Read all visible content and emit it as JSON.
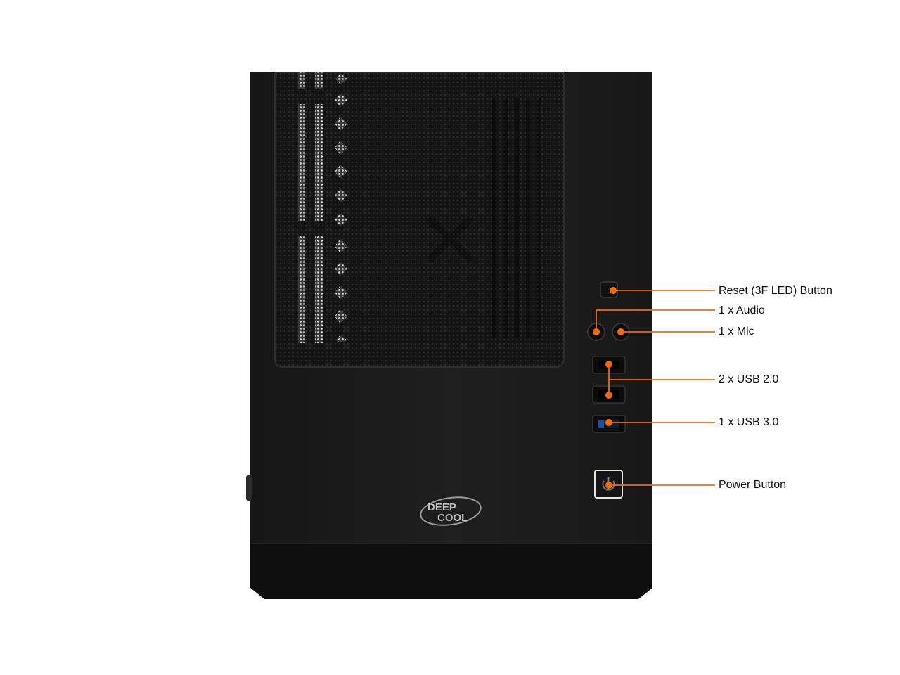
{
  "product": {
    "brand_logo_text": "DEEPCOOL",
    "case_color": "#1c1c1c",
    "accent_color": "#f06a12"
  },
  "io_labels": [
    {
      "id": "reset",
      "text": "Reset (3F LED) Button"
    },
    {
      "id": "audio",
      "text": "1 x Audio"
    },
    {
      "id": "mic",
      "text": "1 x Mic"
    },
    {
      "id": "usb2",
      "text": "2 x USB 2.0"
    },
    {
      "id": "usb3",
      "text": "1 x USB 3.0"
    },
    {
      "id": "power",
      "text": "Power Button"
    }
  ]
}
